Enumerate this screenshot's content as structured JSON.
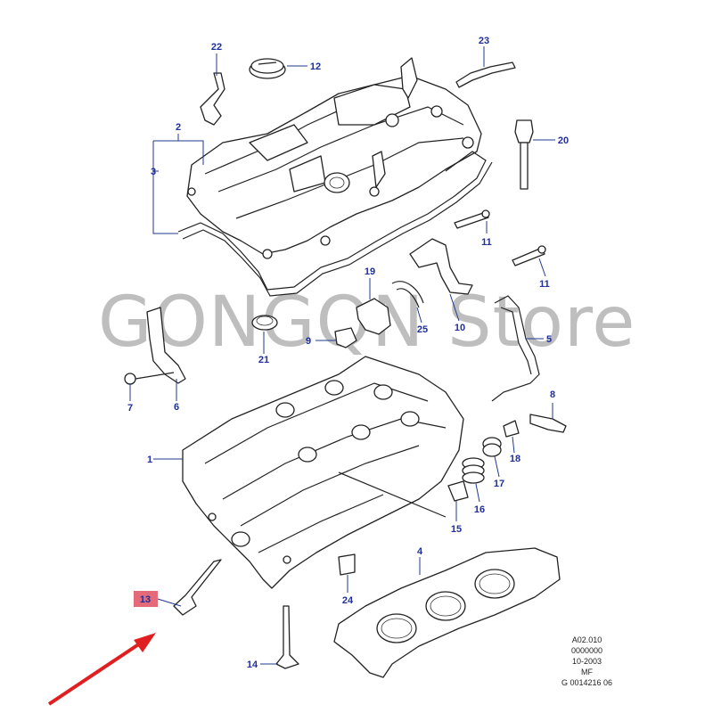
{
  "watermark": "GONGQN Store",
  "callouts": [
    "1",
    "2",
    "3",
    "4",
    "5",
    "6",
    "7",
    "8",
    "9",
    "10",
    "11",
    "11",
    "12",
    "13",
    "14",
    "15",
    "16",
    "17",
    "18",
    "19",
    "20",
    "21",
    "22",
    "23",
    "24",
    "25"
  ],
  "highlighted_callout": "13",
  "highlight_color": "#e46a7a",
  "callout_color": "#1f2f9c",
  "arrow_color": "#e02020",
  "reference": {
    "line1": "A02.010",
    "line2": "0000000",
    "line3": "10-2003",
    "line4": "MF",
    "line5": "G 0014216 06"
  }
}
